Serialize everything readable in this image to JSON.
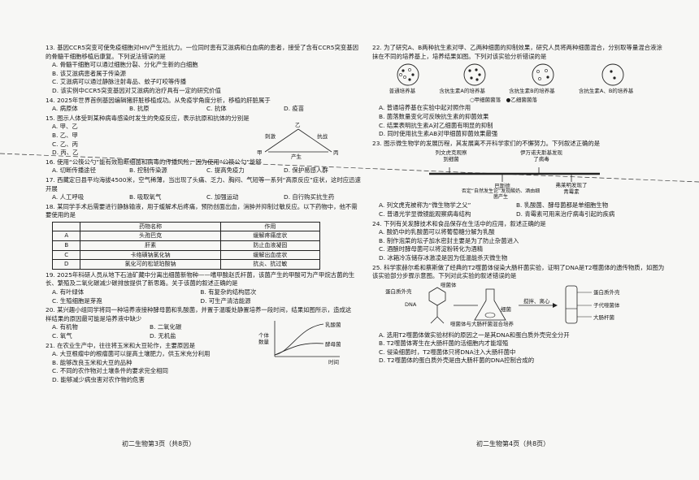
{
  "left": {
    "q13": {
      "stem": "13. 基因CCR5突变可使免疫细胞对HIV产生抵抗力。一位同时患有艾滋病和白血病的患者，接受了含有CCR5突变基因的骨髓干细胞移植后康复。下列说法错误的是",
      "options": [
        "A. 骨髓干细胞可以通过细胞分裂、分化产生新的白细胞",
        "B. 该艾滋病患者属于传染源",
        "C. 艾滋病可以通过静脉注射毒品、蚊子叮咬等传播",
        "D. 该实例中CCR5突变基因对艾滋病的治疗具有一定的研究价值"
      ]
    },
    "q14": {
      "stem": "14. 2025年世界首例基因编辑猪肝脏移植成功。从免疫学角度分析，移植的肝脏属于",
      "options": [
        "A. 病原体",
        "B. 抗原",
        "C. 抗体",
        "D. 疫苗"
      ]
    },
    "q15": {
      "stem": "15. 图示人体受到某种病毒感染时发生的免疫反应，表示抗原和抗体的分别是",
      "options": [
        "A. 甲、乙",
        "B. 乙、甲",
        "C. 乙、丙",
        "D. 丙、乙"
      ],
      "fig": {
        "a": "乙",
        "b": "甲",
        "c": "丙",
        "l1": "刺激",
        "l2": "抗战",
        "l3": "产生"
      }
    },
    "q16": {
      "stem": "16. 使用“公筷公勺”能有效阻断细菌和病毒的传播风险，因为使用“公筷公勺”能够",
      "options": [
        "A. 切断传播途径",
        "B. 控制传染源",
        "C. 提高免疫力",
        "D. 保护易感人群"
      ]
    },
    "q17": {
      "stem": "17. 西藏定日县平均海拔4500米，空气稀薄，当出现了头痛、乏力、胸闷、气短等一系列“高原反应”症状，这时应迅速开展",
      "options": [
        "A. 人工呼吸",
        "B. 吸取氧气",
        "C. 加强运动",
        "D. 自行购买抗生药"
      ]
    },
    "q18": {
      "stem": "18. 某同学手术后需要进行静脉输液，用于缓解术后疼痛，预防创面出血，消肿并抑制过敏反应。以下药物中，他不需要使用的是",
      "header": [
        "药物名称",
        "作用"
      ],
      "rows": [
        [
          "A",
          "头孢巴克",
          "缓解疼痛症状"
        ],
        [
          "B",
          "肝素",
          "防止血液凝固"
        ],
        [
          "C",
          "卡络磺钠氯化钠",
          "缓解出血症状"
        ],
        [
          "D",
          "氯化可的松琥珀酸钠",
          "抗炎、抗过敏"
        ]
      ]
    },
    "q19": {
      "stem": "19. 2025年科研人员从地下石油矿藏中分离出细菌新物种——嗜甲酸赵氏杆菌，该菌产生的甲酸可为产甲烷古菌的生长、繁殖及二氧化碳减少碳排放提供了新思路。关于该菌的叙述正确的是",
      "options": [
        "A. 有叶绿体",
        "B. 有复杂的结构层次",
        "C. 生殖细胞是芽孢",
        "D. 可生产清洁能源"
      ]
    },
    "q20": {
      "stem": "20. 某兴趣小组同学将同一种培养液接种酵母菌和乳酸菌，并置于温暖处静置培养一段时间，结果如图所示，造成这样结果的原因最可能是培养液中缺少",
      "options": [
        "A. 有机物",
        "B. 二氧化碳",
        "C. 氧气",
        "D. 无机盐"
      ],
      "fig": {
        "y": "个体数量",
        "s1": "乳酸菌",
        "s2": "酵母菌",
        "x": "时间"
      }
    },
    "q21": {
      "stem": "21. 在农业生产中，往往将玉米和大豆轮作，主要原因是",
      "options": [
        "A. 大豆根瘤中的根瘤菌可以提高土壤肥力，供玉米充分利用",
        "B. 能够改良玉米和大豆的品种",
        "C. 不同的农作物对土壤条件的要求完全相同",
        "D. 能够减少病虫害对农作物的危害"
      ]
    },
    "footer": "初二生物第3页（共8页）"
  },
  "right": {
    "q22": {
      "stem": "22. 为了研究A、B两种抗生素对甲、乙两种细菌的抑制效果，研究人员将两种细菌混合，分别取等量混合液涂抹在不同的培养基上，培养结果如图。下列对该实验分析错误的是",
      "dishes": [
        "普通培养基",
        "含抗生素A的培养基",
        "含抗生素B的培养基",
        "含抗生素A、B的培养基"
      ],
      "legend": "○甲细菌菌落　●乙细菌菌落",
      "options": [
        "A. 普通培养基在实验中起对照作用",
        "B. 菌落数量变化可反映抗生素的抑菌效果",
        "C. 结果表明抗生素A对乙细菌有明显的抑制",
        "D. 同时使用抗生素AB对甲细菌抑菌效果最强"
      ]
    },
    "q23": {
      "stem": "23. 图示微生物学的发展历程，其发展离不开科学家们的不懈努力。下列叙述正确的是",
      "t1": "列文虎克观察到细菌",
      "t2": "伊万诺夫斯基发现了病毒",
      "t3": "巴斯德",
      "t3b": "否定“自然发生论”发现酸奶、酒由细菌产生",
      "t4": "弗莱明发现了青霉素",
      "options": [
        "A. 列文虎克被称为“微生物学之父”",
        "B. 乳酸菌、酵母菌都是单细胞生物",
        "C. 普通光学显微镜能观察病毒结构",
        "D. 青霉素可用来治疗病毒引起的疾病"
      ]
    },
    "q24": {
      "stem": "24. 下列有关发酵技术和食品保存在生活中的应用，叙述正确的是",
      "options": [
        "A. 酸奶中的乳酸菌可以将葡萄糖分解为乳酸",
        "B. 制作泡菜的坛子加水密封主要是为了防止杂菌进入",
        "C. 酒酿时酵母菌可以将淀粉转化为酒精",
        "D. 冰箱冷冻储存冰激凌是因为低温能杀灭微生物"
      ]
    },
    "q25": {
      "stem": "25. 科学家赫尔希和蔡斯做了经典的T2噬菌体侵染大肠杆菌实验，证明了DNA是T2噬菌体的遗传物质，如图为该实验部分步骤示意图。下列对此实验的叙述错误的是",
      "f1": "蛋白质外壳",
      "f2": "噬菌体",
      "f3": "DNA",
      "f4": "细菌",
      "f5": "噬菌体与大肠杆菌混合培养",
      "f6": "搅拌、离心",
      "f7": "蛋白质外壳",
      "f8": "子代噬菌体",
      "f9": "大肠杆菌",
      "options": [
        "A. 选用T2噬菌体做实验材料的原因之一是其DNA和蛋白质外壳完全分开",
        "B. T2噬菌体寄生在大肠杆菌的活细胞内才能增殖",
        "C. 侵染细菌时，T2噬菌体只将DNA注入大肠杆菌中",
        "D. T2噬菌体的蛋白质外壳是由大肠杆菌的DNA控制合成的"
      ]
    },
    "footer": "初二生物第4页（共8页）"
  }
}
